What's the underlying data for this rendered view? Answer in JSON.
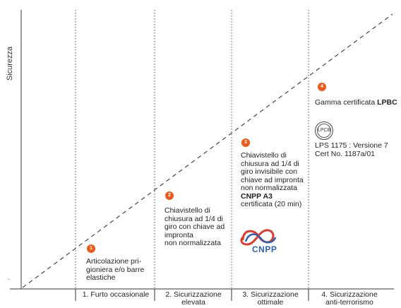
{
  "diagram": {
    "ylabel": "Sicurezza",
    "origin_mark": "-",
    "categories": [
      {
        "label": "1. Furto occasionale"
      },
      {
        "label": "2. Sicurizzazione\nelevata"
      },
      {
        "label": "3. Sicurizzazione\nottimale"
      },
      {
        "label": "4. Sicurizzazione\nanti-terrorismo"
      }
    ],
    "steps": [
      {
        "badge": "1",
        "text": "Articolazione pri-\ngioniera  e/o barre\nelastiche"
      },
      {
        "badge": "2",
        "text": "Chiavistello di\nchiusura ad 1/4 di\ngiro con chiave ad\nimpronta\nnon normalizzata"
      },
      {
        "badge": "3",
        "text_a": "Chiavistello di\nchiusura ad 1/4 di\ngiro invisibile con\nchiave ad impronta\nnon normalizzata",
        "bold": "CNPP A3",
        "text_b": "certificata (20 min)"
      },
      {
        "badge": "4",
        "text_a": "Gamma certificata ",
        "bold": "LPBC"
      }
    ],
    "cnpp_logo_text": "CNPP",
    "lpcb_logo_text": "LPCB",
    "cert_text": "LPS 1175 : Versione 7\nCert No. 1187a/01",
    "colors": {
      "accent": "#ea5b1b",
      "cnpp_blue": "#2d62b0",
      "cnpp_red": "#e23a2a"
    }
  }
}
